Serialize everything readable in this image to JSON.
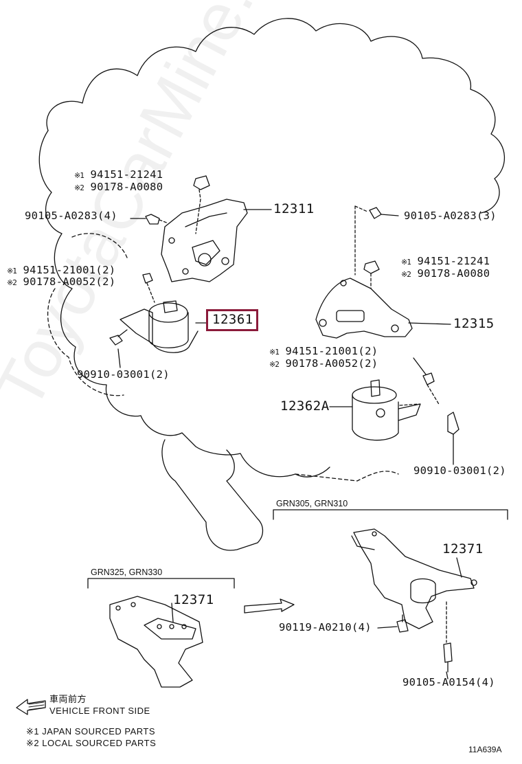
{
  "watermark": "ToyotaCarMine.ru",
  "callouts": {
    "b1_l1_mark": "※1",
    "b1_l1_code": "94151-21241",
    "b1_l2_mark": "※2",
    "b1_l2_code": "90178-A0080",
    "bolt_left": "90105-A0283(4)",
    "b2_l1_mark": "※1",
    "b2_l1_code": "94151-21001(2)",
    "b2_l2_mark": "※2",
    "b2_l2_code": "90178-A0052(2)",
    "bolt_stud_left": "90910-03001(2)",
    "bolt_right": "90105-A0283(3)",
    "b3_l1_mark": "※1",
    "b3_l1_code": "94151-21241",
    "b3_l2_mark": "※2",
    "b3_l2_code": "90178-A0080",
    "b4_l1_mark": "※1",
    "b4_l1_code": "94151-21001(2)",
    "b4_l2_mark": "※2",
    "b4_l2_code": "90178-A0052(2)",
    "bolt_stud_right": "90910-03001(2)",
    "bolt_lower_a": "90119-A0210(4)",
    "bolt_lower_b": "90105-A0154(4)"
  },
  "parts": {
    "p12311": "12311",
    "p12361": "12361",
    "p12315": "12315",
    "p12362a": "12362A",
    "p12371_right": "12371",
    "p12371_left": "12371"
  },
  "groups": {
    "right": "GRN305, GRN310",
    "left": "GRN325, GRN330"
  },
  "notes": {
    "front_jp": "車両前方",
    "front_en": "VEHICLE FRONT SIDE",
    "legend1": "※1 JAPAN SOURCED PARTS",
    "legend2": "※2 LOCAL SOURCED PARTS",
    "figure_id": "11A639A"
  },
  "colors": {
    "highlight": "#8b1a3a",
    "line": "#111111"
  }
}
